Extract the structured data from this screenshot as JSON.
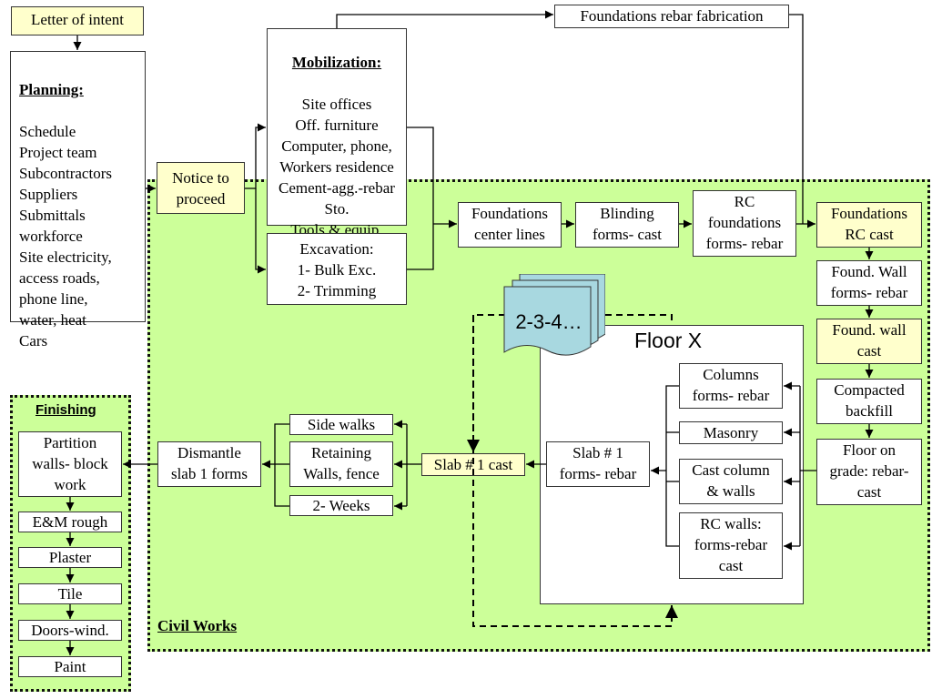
{
  "boxes": {
    "letter_of_intent": "Letter of intent",
    "planning_title": "Planning:",
    "planning_items": "Schedule\nProject team\nSubcontractors\nSuppliers\nSubmittals\nworkforce\nSite electricity,\naccess roads,\nphone line,\nwater, heat\nCars",
    "notice_to_proceed": "Notice to\nproceed",
    "mobilization_title": "Mobilization:",
    "mobilization_items": "Site offices\nOff. furniture\nComputer, phone,\nWorkers residence\nCement-agg.-rebar\nSto.\nTools & equip.\nSecurity fence",
    "excavation": "Excavation:\n1- Bulk Exc.\n2- Trimming",
    "foundations_rebar_fabrication": "Foundations rebar fabrication",
    "foundations_center_lines": "Foundations\ncenter lines",
    "blinding_forms_cast": "Blinding\nforms- cast",
    "rc_foundations": "RC\nfoundations\nforms- rebar",
    "foundations_rc_cast": "Foundations\nRC cast",
    "found_wall_forms": "Found. Wall\nforms- rebar",
    "found_wall_cast": "Found. wall\ncast",
    "compacted_backfill": "Compacted\nbackfill",
    "floor_on_grade": "Floor on\ngrade: rebar-\ncast",
    "columns_forms": "Columns\nforms- rebar",
    "masonry": "Masonry",
    "cast_column_walls": "Cast column\n& walls",
    "rc_walls": "RC walls:\nforms-rebar\ncast",
    "slab1_forms_rebar": "Slab # 1\nforms- rebar",
    "slab1_cast": "Slab # 1 cast",
    "side_walks": "Side walks",
    "retaining_walls": "Retaining\nWalls, fence",
    "two_weeks": "2- Weeks",
    "dismantle": "Dismantle\nslab 1 forms"
  },
  "finishing": {
    "title": "Finishing",
    "items": [
      "Partition\nwalls- block\nwork",
      "E&M rough",
      "Plaster",
      "Tile",
      "Doors-wind.",
      "Paint"
    ]
  },
  "labels": {
    "civil_works": "Civil Works",
    "floor_x": "Floor X",
    "stack": "2-3-4…"
  },
  "colors": {
    "civil_works_fill": "#ccff99",
    "milestone_fill": "#ffffcc",
    "stack_fill": "#a8d8e0"
  }
}
